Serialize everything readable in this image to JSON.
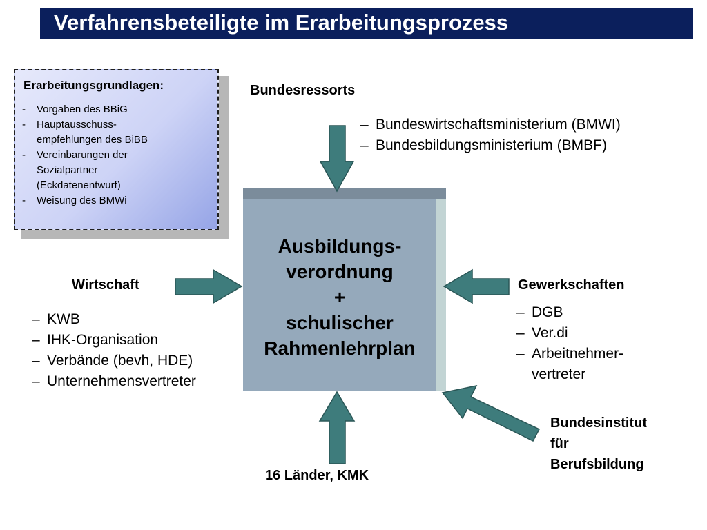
{
  "title": "Verfahrensbeteiligte im Erarbeitungsprozess",
  "basis": {
    "heading": "Erarbeitungsgrundlagen:",
    "items": [
      {
        "dash": "-",
        "text": "Vorgaben des BBiG"
      },
      {
        "dash": "-",
        "text": "Hauptausschuss-empfehlungen des BiBB"
      },
      {
        "dash": "-",
        "text": "Vereinbarungen der Sozialpartner (Eckdatenentwurf)"
      },
      {
        "dash": "-",
        "text": "Weisung des BMWi"
      }
    ]
  },
  "bundesressorts": {
    "label": "Bundesressorts",
    "items": [
      {
        "dash": "–",
        "text": "Bundeswirtschaftsministerium (BMWI)"
      },
      {
        "dash": "–",
        "text": "Bundesbildungsministerium (BMBF)"
      }
    ]
  },
  "center": {
    "line1": "Ausbildungs-",
    "line2": "verordnung",
    "line3": "+",
    "line4": "schulischer",
    "line5": "Rahmenlehrplan"
  },
  "wirtschaft": {
    "label": "Wirtschaft",
    "items": [
      {
        "dash": "–",
        "text": "KWB"
      },
      {
        "dash": "–",
        "text": "IHK-Organisation"
      },
      {
        "dash": "–",
        "text": "Verbände (bevh, HDE)"
      },
      {
        "dash": "–",
        "text": "Unternehmensvertreter"
      }
    ]
  },
  "gewerkschaften": {
    "label": "Gewerkschaften",
    "items": [
      {
        "dash": "–",
        "text": "DGB"
      },
      {
        "dash": "–",
        "text": "Ver.di"
      },
      {
        "dash": "–",
        "text": "Arbeitnehmer-vertreter"
      }
    ]
  },
  "bibb": {
    "line1": "Bundesinstitut",
    "line2": "für",
    "line3": "Berufsbildung"
  },
  "laender": {
    "label": "16 Länder, KMK"
  },
  "colors": {
    "arrow_fill": "#3e7c7c",
    "title_bg": "#0b1f5c",
    "box_front": "#95a9bb"
  }
}
